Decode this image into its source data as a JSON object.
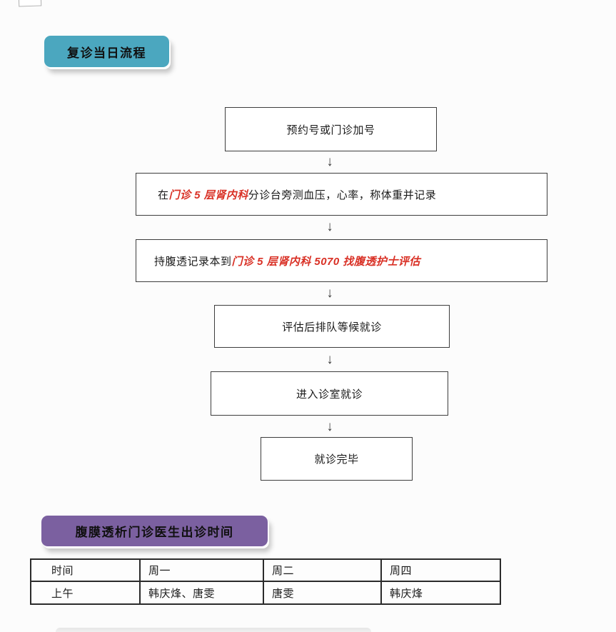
{
  "colors": {
    "teal_badge": "#4BA7BF",
    "purple_badge": "#7B60A0",
    "red_text": "#D93025"
  },
  "badges": {
    "flow_title": "复诊当日流程",
    "schedule_title": "腹膜透析门诊医生出诊时间"
  },
  "flowchart": {
    "arrow_glyph": "↓",
    "steps": [
      {
        "text": "预约号或门诊加号"
      },
      {
        "pre": "在",
        "red": "门诊 5 层肾内科",
        "post": "分诊台旁测血压，心率，称体重并记录"
      },
      {
        "pre": "持腹透记录本到",
        "red": "门诊 5 层肾内科 5070 找腹透护士评估",
        "post": ""
      },
      {
        "text": "评估后排队等候就诊"
      },
      {
        "text": "进入诊室就诊"
      },
      {
        "text": "就诊完毕"
      }
    ]
  },
  "schedule_table": {
    "headers": [
      "时间",
      "周一",
      "周二",
      "周四"
    ],
    "rows": [
      [
        "上午",
        "韩庆烽、唐雯",
        "唐雯",
        "韩庆烽"
      ]
    ]
  }
}
